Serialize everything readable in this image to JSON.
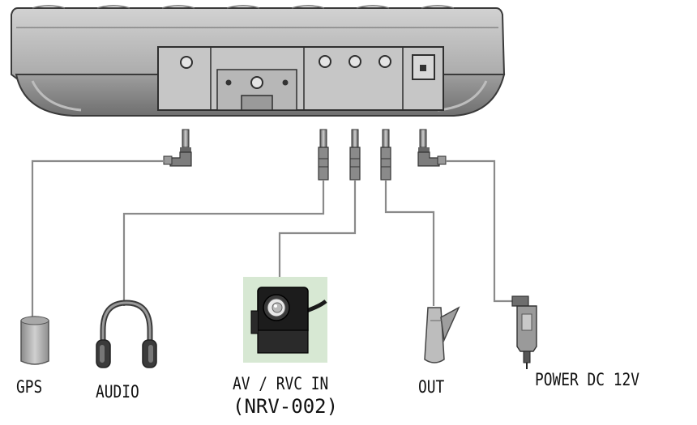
{
  "labels": {
    "gps": "GPS",
    "audio": "AUDIO",
    "av_rvc_in": "AV / RVC IN",
    "model": "(NRV-002)",
    "out": "OUT",
    "power": "POWER DC 12V"
  },
  "colors": {
    "line": "#3a3a3a",
    "wire": "#8a8a8a",
    "housing_top": "#bdbdbd",
    "housing_side": "#9a9a9a",
    "camera_bg": "#d7e8d3",
    "camera_body": "#1a1a1a"
  },
  "icons": {
    "device": "device-rear-panel-icon",
    "gps": "gps-receiver-icon",
    "audio": "headphones-icon",
    "camera": "rear-view-camera-icon",
    "out": "out-clip-icon",
    "power": "car-cigarette-plug-icon"
  }
}
